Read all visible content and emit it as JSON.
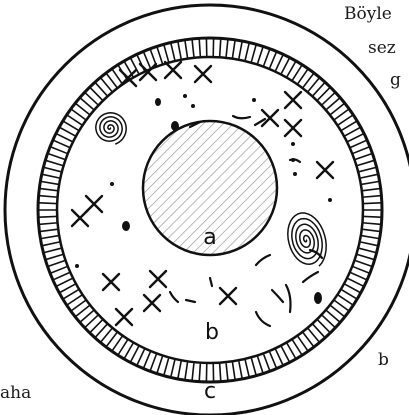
{
  "diagram": {
    "labels": {
      "a": "a",
      "b": "b",
      "c": "c"
    },
    "colors": {
      "stroke": "#111111",
      "background": "#ffffff",
      "nucleus_hatch": "#9a9a9a"
    }
  },
  "side_text": {
    "top_line_1": "Böyle",
    "top_line_2": "sez",
    "top_line_3": "g",
    "bottom_right": "b",
    "bottom_left": "aha"
  }
}
